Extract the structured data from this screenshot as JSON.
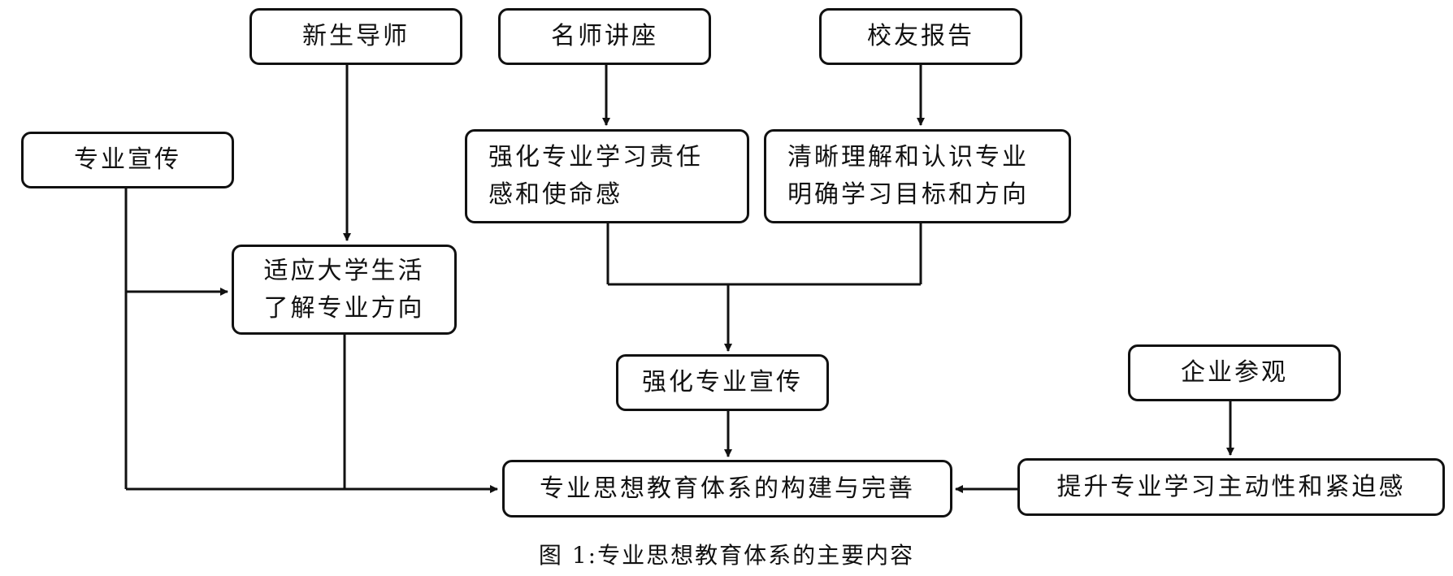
{
  "diagram": {
    "nodes": {
      "new_student_mentor": "新生导师",
      "famous_teacher_lecture": "名师讲座",
      "alumni_report": "校友报告",
      "major_promotion": "专业宣传",
      "responsibility": [
        "强化专业学习责任",
        "感和使命感"
      ],
      "understand_major": [
        "清晰理解和认识专业",
        "明确学习目标和方向"
      ],
      "adapt_life": [
        "适应大学生活",
        "了解专业方向"
      ],
      "strengthen_promotion": "强化专业宣传",
      "enterprise_visit": "企业参观",
      "system_building": "专业思想教育体系的构建与完善",
      "initiative": "提升专业学习主动性和紧迫感"
    },
    "caption": "图 1:专业思想教育体系的主要内容"
  }
}
